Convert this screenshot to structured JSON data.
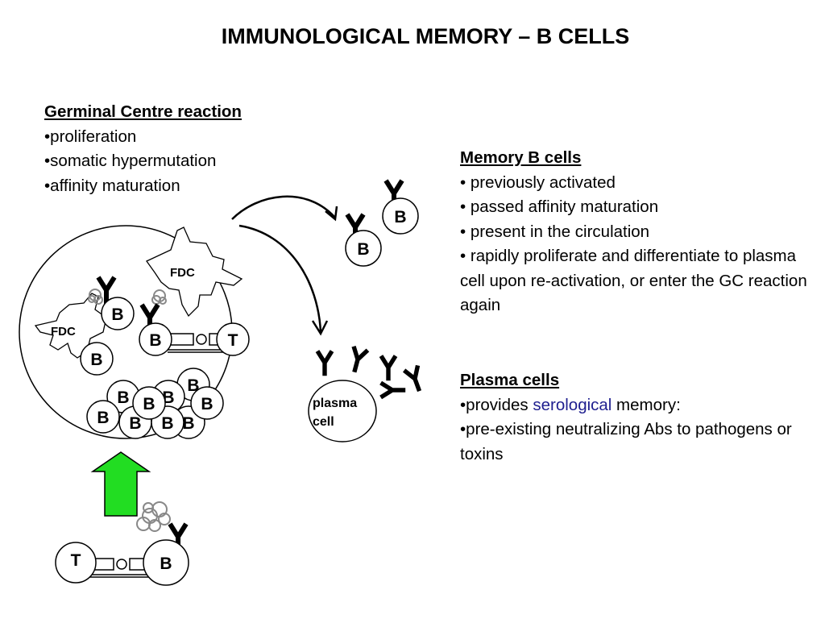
{
  "title": "IMMUNOLOGICAL MEMORY – B CELLS",
  "germinal": {
    "heading": "Germinal Centre reaction",
    "items": [
      "•proliferation",
      "•somatic hypermutation",
      "•affinity maturation"
    ]
  },
  "memory": {
    "heading": "Memory B cells",
    "items": [
      "• previously activated",
      "• passed affinity maturation",
      "• present in the circulation",
      "• rapidly proliferate and differentiate to plasma cell upon re-activation, or enter the GC reaction again"
    ]
  },
  "plasma_text": {
    "heading": "Plasma cells",
    "item1_prefix": "•provides ",
    "item1_highlight": "serological",
    "item1_suffix": " memory:",
    "item2": "•pre-existing neutralizing Abs to pathogens or toxins"
  },
  "labels": {
    "b": "B",
    "t": "T",
    "fdc": "FDC",
    "plasma_line1": "plasma",
    "plasma_line2": "cell"
  },
  "colors": {
    "arrow_fill": "#22dd22",
    "antigen": "#888888",
    "highlight_text": "#1f1f8f"
  }
}
